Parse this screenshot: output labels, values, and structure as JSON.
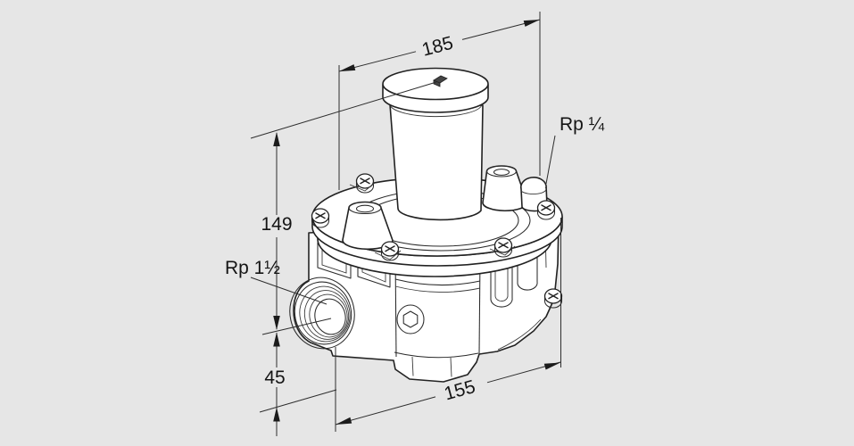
{
  "drawing": {
    "subject": "gas pressure regulator dimensional drawing",
    "background_color": "#e6e6e6",
    "line_color": "#222222",
    "fill_color": "#ffffff",
    "dimensions": {
      "top_width": "185",
      "upper_height": "149",
      "lower_height": "45",
      "bottom_width": "155"
    },
    "ports": {
      "small_port": "Rp ¼",
      "main_port": "Rp 1½"
    }
  }
}
